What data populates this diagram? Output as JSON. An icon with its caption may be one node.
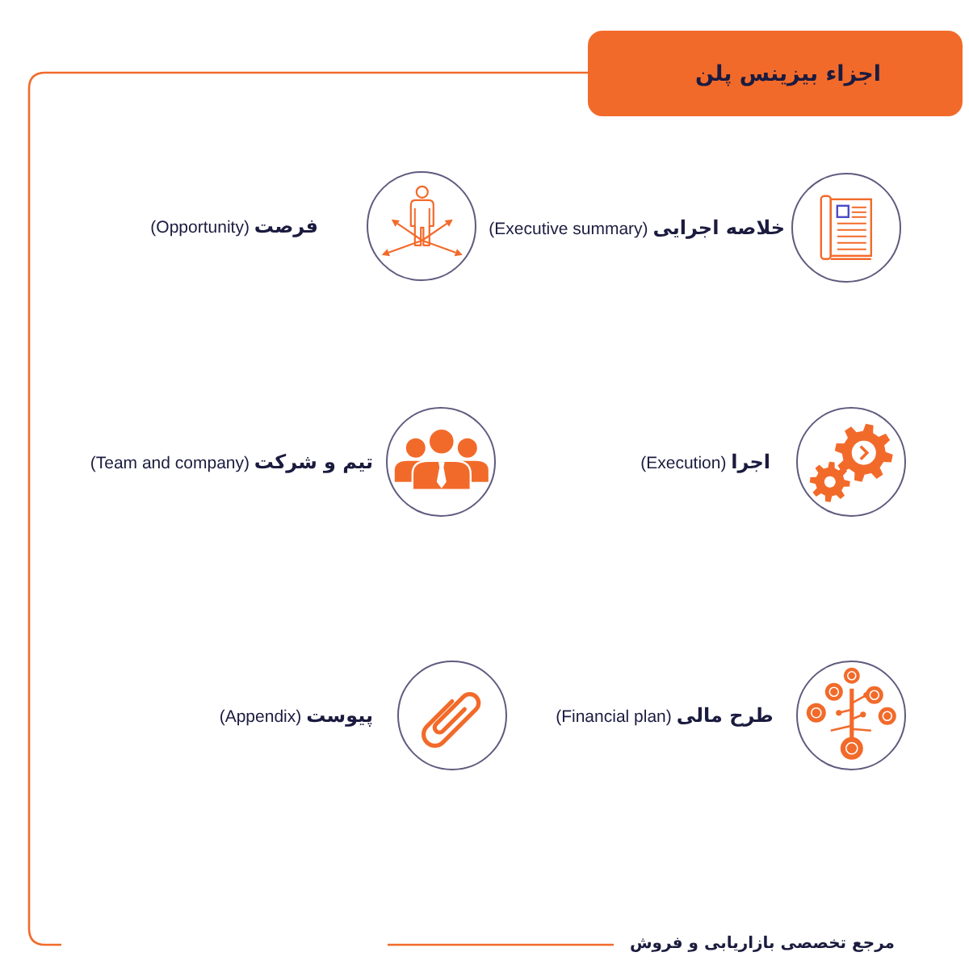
{
  "diagram": {
    "title": "اجزاء بیزینس پلن",
    "nodes": [
      {
        "text": [],
        "shape": "picture",
        "beside": [
          "**خلاصه اجرایی** (Executive summary)"
        ]
      },
      {
        "text": [],
        "shape": "picture",
        "beside": [
          "**فرصت** (Opportunity)"
        ]
      },
      {
        "text": [],
        "shape": "picture",
        "beside": [
          "**اجرا** (Execution)"
        ]
      },
      {
        "text": [],
        "shape": "picture",
        "beside": [
          "**تیم و شرکت** (Team and company)"
        ]
      },
      {
        "text": [],
        "shape": "picture",
        "beside": [
          "**طرح مالی** (Financial plan)"
        ]
      },
      {
        "text": [],
        "shape": "picture",
        "beside": [
          "**پیوست** (Appendix)"
        ]
      }
    ],
    "labels": [
      "مرجع تخصصی بازاریابی و فروش"
    ]
  }
}
